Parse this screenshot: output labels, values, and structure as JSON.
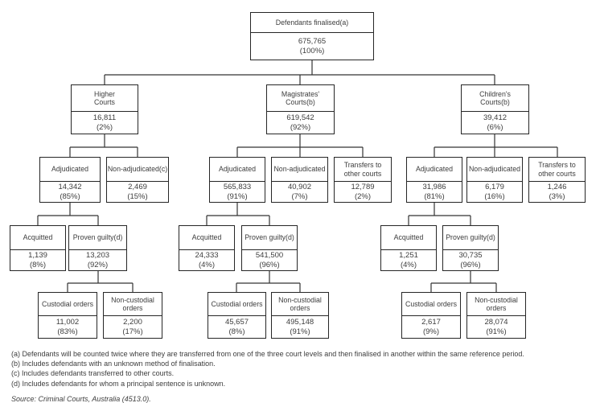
{
  "nodes": {
    "root": {
      "label": "Defendants finalised(a)",
      "value": "675,765",
      "pct": "(100%)"
    },
    "higher": {
      "label": "Higher\nCourts",
      "value": "16,811",
      "pct": "(2%)"
    },
    "magistrates": {
      "label": "Magistrates'\nCourts(b)",
      "value": "619,542",
      "pct": "(92%)"
    },
    "childrens": {
      "label": "Children's\nCourts(b)",
      "value": "39,412",
      "pct": "(6%)"
    },
    "higher_adjudicated": {
      "label": "Adjudicated",
      "value": "14,342",
      "pct": "(85%)"
    },
    "higher_non_adjudicated": {
      "label": "Non-adjudicated(c)",
      "value": "2,469",
      "pct": "(15%)"
    },
    "magistrates_adjudicated": {
      "label": "Adjudicated",
      "value": "565,833",
      "pct": "(91%)"
    },
    "magistrates_non_adjudicated": {
      "label": "Non-adjudicated",
      "value": "40,902",
      "pct": "(7%)"
    },
    "magistrates_transfers": {
      "label": "Transfers to\nother courts",
      "value": "12,789",
      "pct": "(2%)"
    },
    "childrens_adjudicated": {
      "label": "Adjudicated",
      "value": "31,986",
      "pct": "(81%)"
    },
    "childrens_non_adjudicated": {
      "label": "Non-adjudicated",
      "value": "6,179",
      "pct": "(16%)"
    },
    "childrens_transfers": {
      "label": "Transfers to\nother courts",
      "value": "1,246",
      "pct": "(3%)"
    },
    "higher_acquitted": {
      "label": "Acquitted",
      "value": "1,139",
      "pct": "(8%)"
    },
    "higher_proven": {
      "label": "Proven guilty(d)",
      "value": "13,203",
      "pct": "(92%)"
    },
    "magistrates_acquitted": {
      "label": "Acquitted",
      "value": "24,333",
      "pct": "(4%)"
    },
    "magistrates_proven": {
      "label": "Proven guilty(d)",
      "value": "541,500",
      "pct": "(96%)"
    },
    "childrens_acquitted": {
      "label": "Acquitted",
      "value": "1,251",
      "pct": "(4%)"
    },
    "childrens_proven": {
      "label": "Proven guilty(d)",
      "value": "30,735",
      "pct": "(96%)"
    },
    "higher_custodial": {
      "label": "Custodial orders",
      "value": "11,002",
      "pct": "(83%)"
    },
    "higher_non_custodial": {
      "label": "Non-custodial\norders",
      "value": "2,200",
      "pct": "(17%)"
    },
    "magistrates_custodial": {
      "label": "Custodial orders",
      "value": "45,657",
      "pct": "(8%)"
    },
    "magistrates_non_custodial": {
      "label": "Non-custodial\norders",
      "value": "495,148",
      "pct": "(91%)"
    },
    "childrens_custodial": {
      "label": "Custodial orders",
      "value": "2,617",
      "pct": "(9%)"
    },
    "childrens_non_custodial": {
      "label": "Non-custodial\norders",
      "value": "28,074",
      "pct": "(91%)"
    }
  },
  "footnotes": [
    "(a) Defendants will be counted twice where they are transferred from one of the three court levels and then finalised in another within the same reference period.",
    "(b) Includes defendants with an unknown method of finalisation.",
    "(c) Includes defendants transferred to other courts.",
    "(d) Includes defendants for whom a principal sentence is unknown."
  ],
  "source": "Source: Criminal Courts, Australia (4513.0).",
  "colors": {
    "border": "#262626",
    "line": "#333333",
    "text": "#3d3d3d"
  }
}
